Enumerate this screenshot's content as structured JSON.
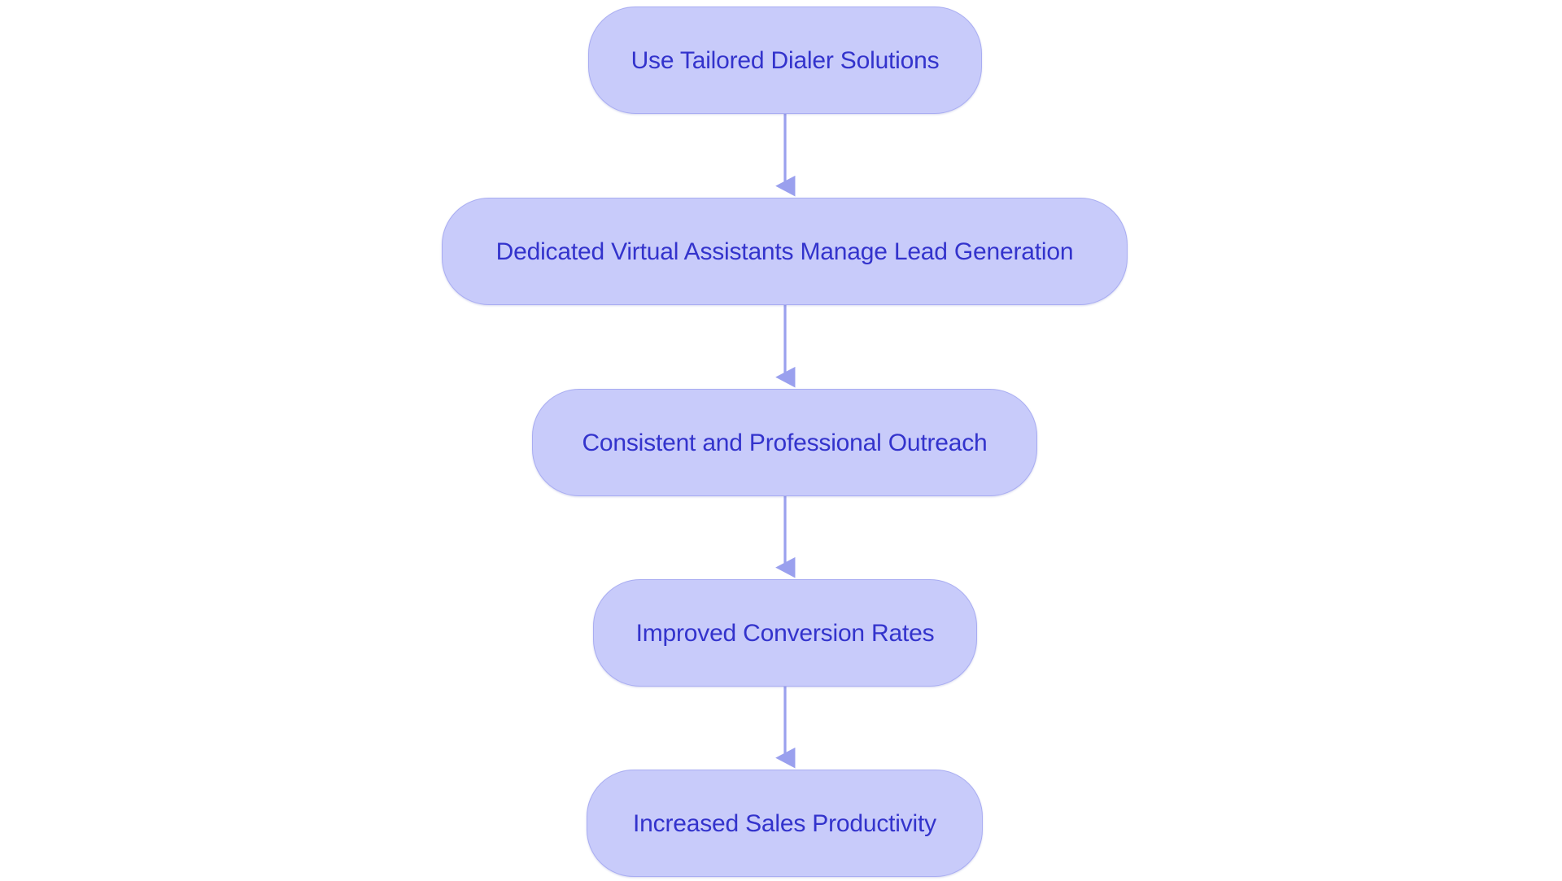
{
  "diagram": {
    "type": "flowchart",
    "orientation": "top-to-bottom",
    "background_color": "#ffffff",
    "node_fill_color": "#c8cbfa",
    "node_border_color": "#a9adf2",
    "node_text_color": "#3333cc",
    "connector_color": "#9aa0ee",
    "nodes": [
      {
        "id": "n0",
        "label": "Use Tailored Dialer Solutions"
      },
      {
        "id": "n1",
        "label": "Dedicated Virtual Assistants Manage Lead Generation"
      },
      {
        "id": "n2",
        "label": "Consistent and Professional Outreach"
      },
      {
        "id": "n3",
        "label": "Improved Conversion Rates"
      },
      {
        "id": "n4",
        "label": "Increased Sales Productivity"
      }
    ],
    "edges": [
      {
        "from": "n0",
        "to": "n1",
        "label": "",
        "arrow": "down-arrow"
      },
      {
        "from": "n1",
        "to": "n2",
        "label": "",
        "arrow": "down-arrow"
      },
      {
        "from": "n2",
        "to": "n3",
        "label": "",
        "arrow": "down-arrow"
      },
      {
        "from": "n3",
        "to": "n4",
        "label": "",
        "arrow": "down-arrow"
      }
    ]
  }
}
